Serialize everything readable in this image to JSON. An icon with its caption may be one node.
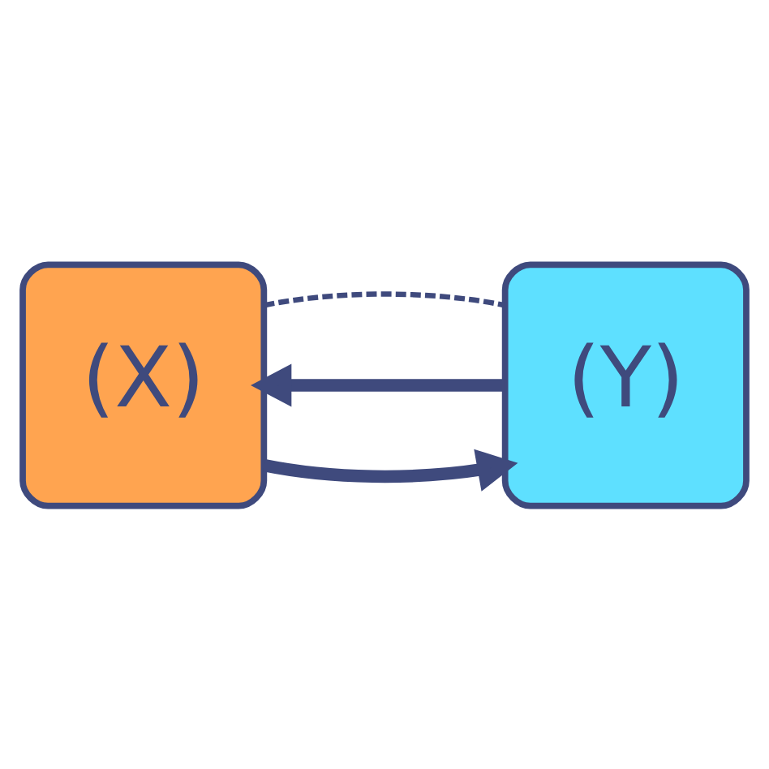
{
  "diagram": {
    "nodes": [
      {
        "text": [
          "(X)"
        ]
      },
      {
        "text": [
          "(Y)"
        ]
      }
    ],
    "edges": [
      {
        "from": 0,
        "to": 1,
        "arrow": "to"
      },
      {
        "from": 1,
        "to": 0,
        "arrow": "to"
      },
      {
        "from": 0,
        "to": 1,
        "arrow": "none",
        "style": "dashed"
      }
    ]
  }
}
